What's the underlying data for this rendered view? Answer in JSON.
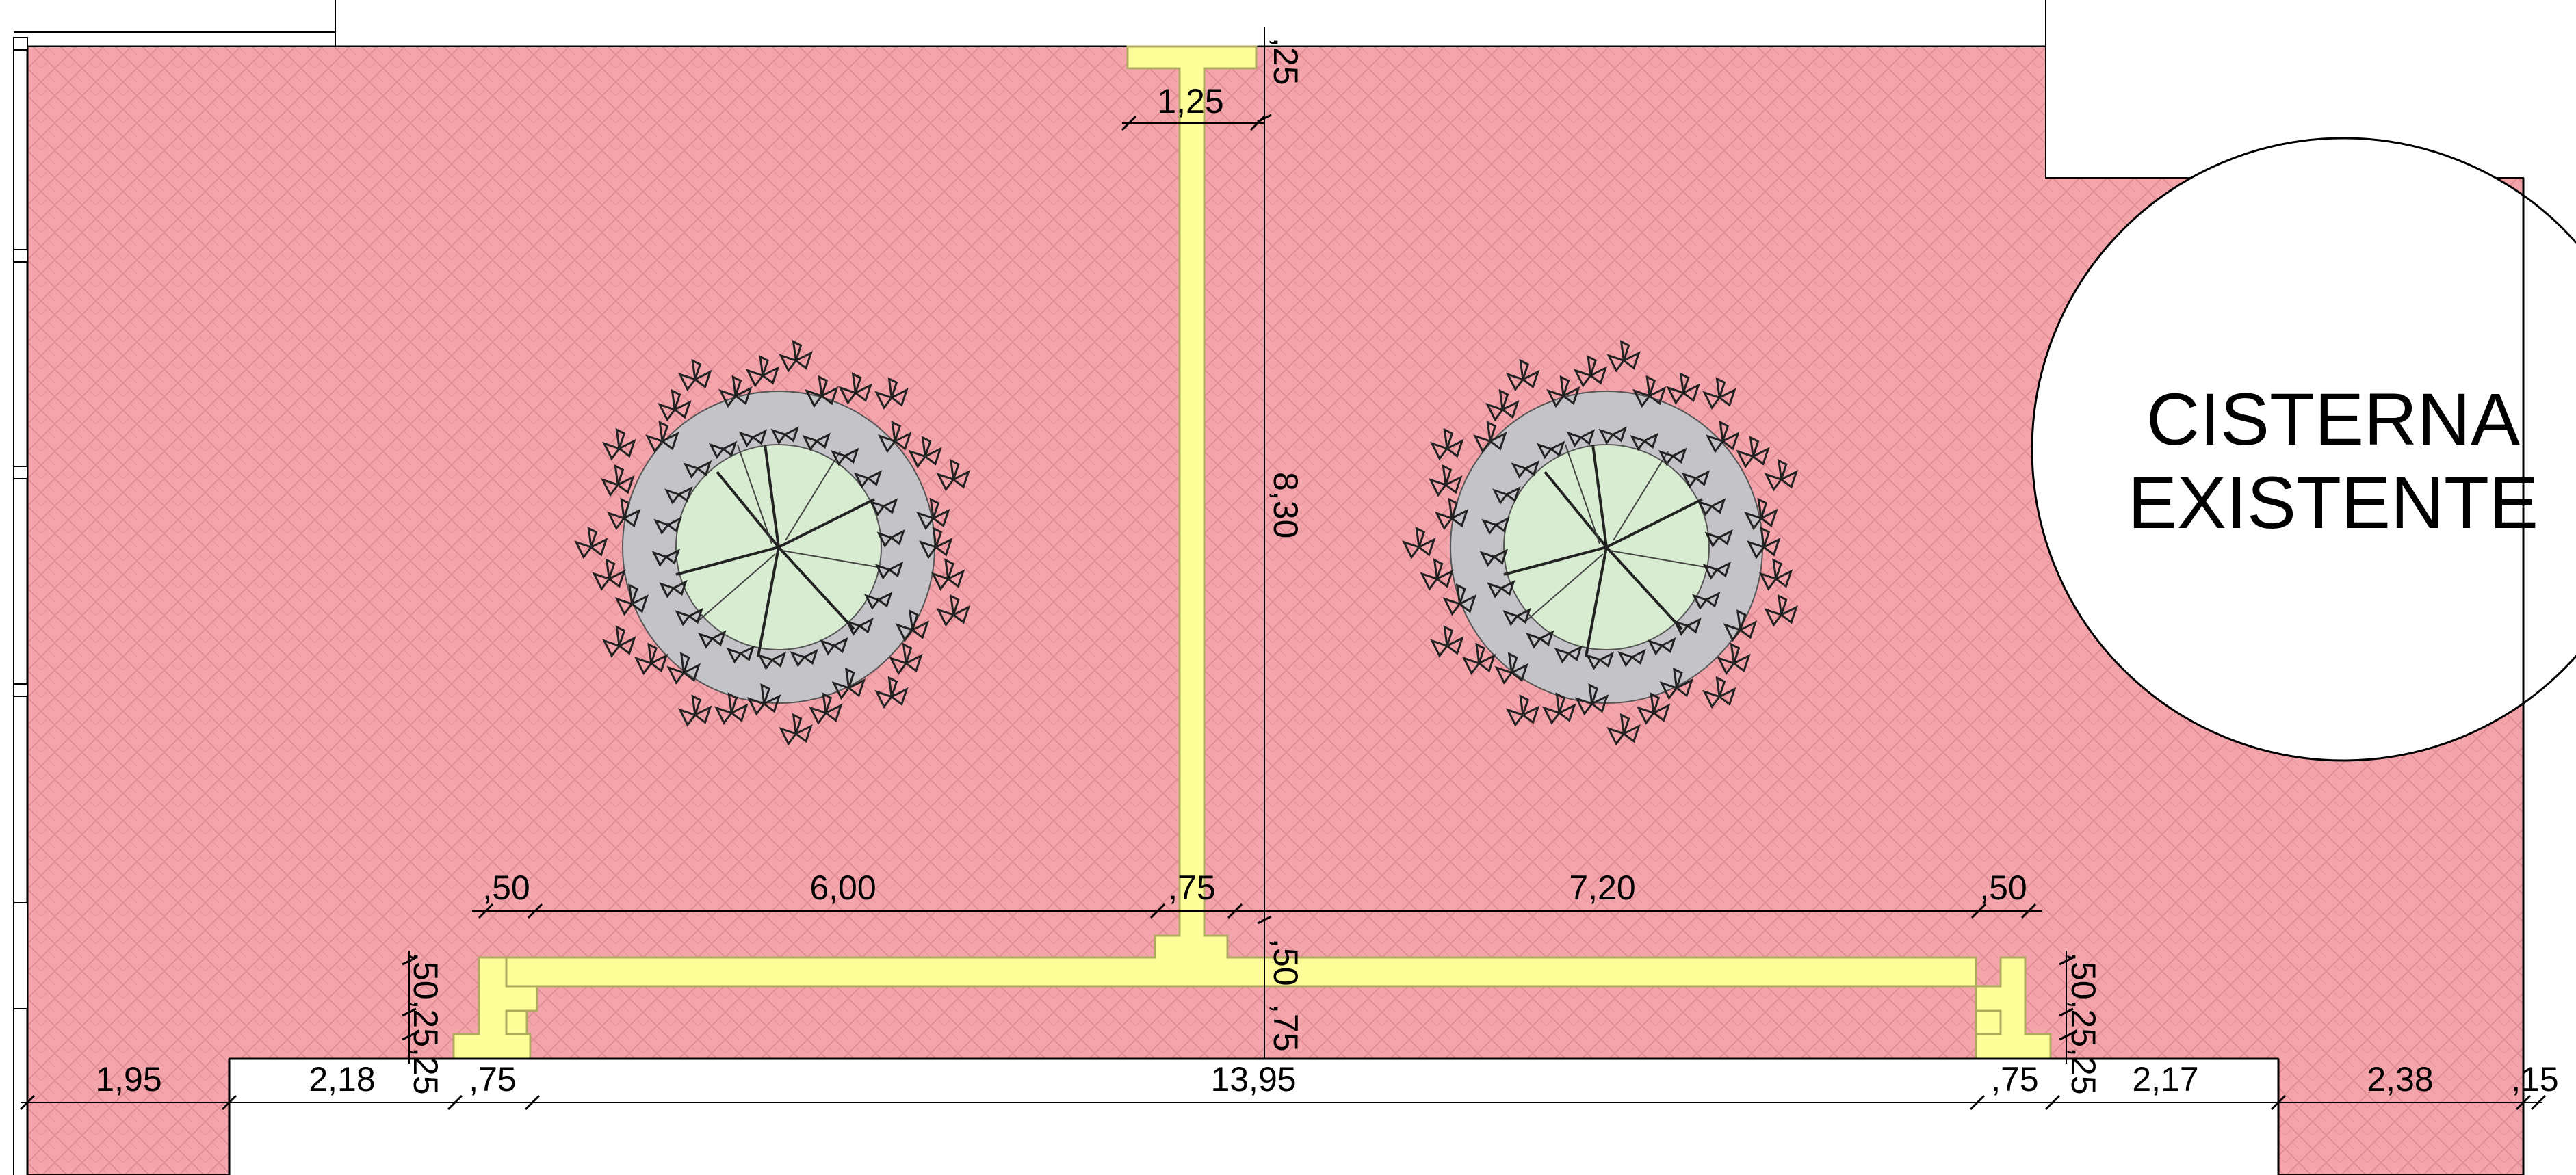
{
  "cistern": {
    "line1": "CISTERNA",
    "line2": "EXISTENTE"
  },
  "dimensions": {
    "top_25": ",25",
    "top_125": "1,25",
    "vertical_830": "8,30",
    "a_50_left": ",50",
    "a_600": "6,00",
    "a_75": ",75",
    "a_720": "7,20",
    "a_50_right": ",50",
    "left_stack": ",50,25,25",
    "mid_stack_50": ",50",
    "mid_stack_75": ",75",
    "right_stack": ",50,25,25",
    "b_195": "1,95",
    "b_218": "2,18",
    "b_75_left": ",75",
    "b_1395": "13,95",
    "b_75_right": ",75",
    "b_217": "2,17",
    "b_238": "2,38",
    "b_15": ",15"
  },
  "colors": {
    "paving": "#f4a4ab",
    "paving_pattern": "#e08c94",
    "wall": "#ffff99",
    "wall_edge": "#b0aa60",
    "tree_outer": "#c4c4c8",
    "tree_inner": "#d7ecd0"
  },
  "icons": [
    "tree-symbol-icon"
  ]
}
